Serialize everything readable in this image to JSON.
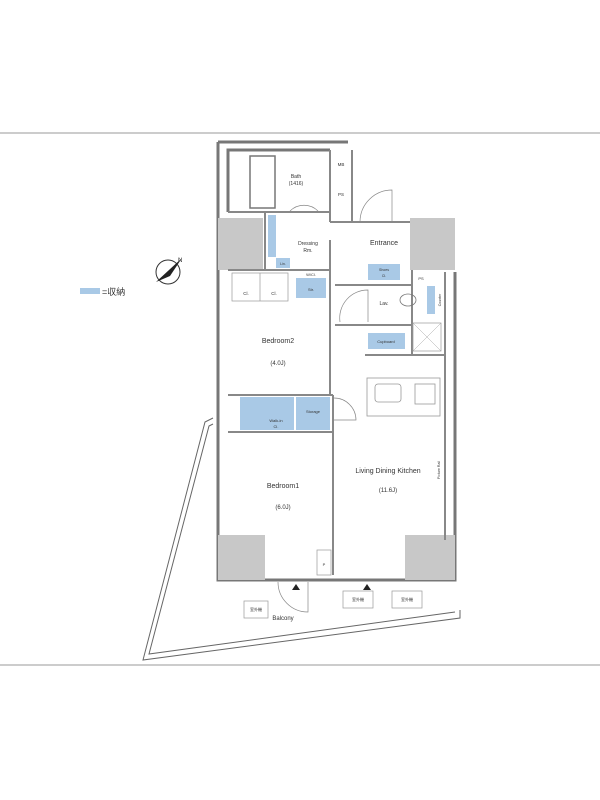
{
  "legend": {
    "label": "=収納",
    "color": "#a9c9e6"
  },
  "rooms": {
    "bath": {
      "name": "Bath",
      "size": "(1416)"
    },
    "mb": "MB",
    "ps": "PS",
    "dressing": {
      "line1": "Dressing",
      "line2": "Rm."
    },
    "entrance": "Entrance",
    "shoes": {
      "line1": "Shoes",
      "line2": "Cl."
    },
    "lin": "Lin.",
    "wic_top": "W/Cl.",
    "str": "Str.",
    "cl1": "Cl.",
    "cl2": "Cl.",
    "lav": "Lav.",
    "counter": "Counter",
    "pt": "PS",
    "cupboard": "Cupboard",
    "bedroom2": {
      "name": "Bedroom2",
      "size": "(4.0J)"
    },
    "storage": "Storage",
    "walkin": {
      "line1": "Walk-in",
      "line2": "Cl."
    },
    "bedroom1": {
      "name": "Bedroom1",
      "size": "(6.0J)"
    },
    "ldk": {
      "name": "Living Dining Kitchen",
      "size": "(11.6J)"
    },
    "rail": "Picture Rail",
    "balcony": "Balcony",
    "ac1": "室外機",
    "ac2": "室外機",
    "ac3": "室外機",
    "p": "P"
  },
  "colors": {
    "storage": "#a9c9e6",
    "column": "#c8c8c8",
    "wall": "#7a7a7a"
  }
}
